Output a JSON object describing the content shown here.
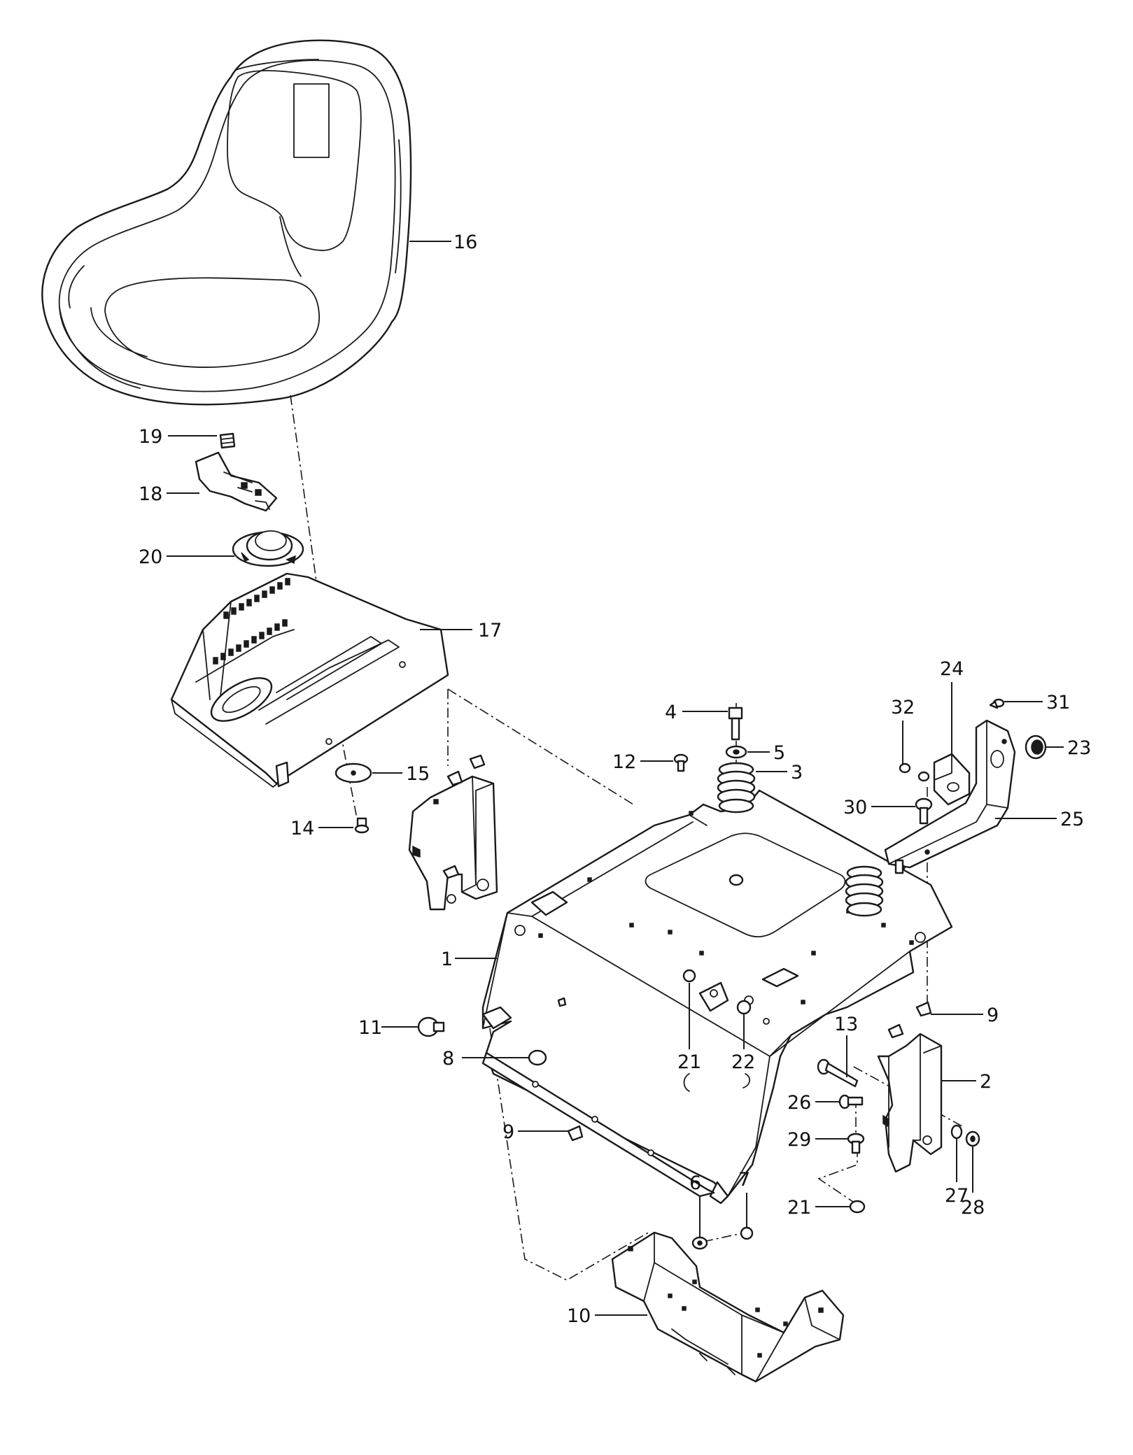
{
  "diagram": {
    "callouts": [
      {
        "id": "c16",
        "label": "16"
      },
      {
        "id": "c19",
        "label": "19"
      },
      {
        "id": "c18",
        "label": "18"
      },
      {
        "id": "c20",
        "label": "20"
      },
      {
        "id": "c17",
        "label": "17"
      },
      {
        "id": "c15",
        "label": "15"
      },
      {
        "id": "c14",
        "label": "14"
      },
      {
        "id": "c4",
        "label": "4"
      },
      {
        "id": "c5",
        "label": "5"
      },
      {
        "id": "c12",
        "label": "12"
      },
      {
        "id": "c3",
        "label": "3"
      },
      {
        "id": "c24",
        "label": "24"
      },
      {
        "id": "c32",
        "label": "32"
      },
      {
        "id": "c31",
        "label": "31"
      },
      {
        "id": "c23",
        "label": "23"
      },
      {
        "id": "c30",
        "label": "30"
      },
      {
        "id": "c25",
        "label": "25"
      },
      {
        "id": "c1",
        "label": "1"
      },
      {
        "id": "c11",
        "label": "11"
      },
      {
        "id": "c8",
        "label": "8"
      },
      {
        "id": "c21a",
        "label": "21"
      },
      {
        "id": "c22",
        "label": "22"
      },
      {
        "id": "c9a",
        "label": "9"
      },
      {
        "id": "c13",
        "label": "13"
      },
      {
        "id": "c2",
        "label": "2"
      },
      {
        "id": "c26",
        "label": "26"
      },
      {
        "id": "c9b",
        "label": "9"
      },
      {
        "id": "c29",
        "label": "29"
      },
      {
        "id": "c6",
        "label": "6"
      },
      {
        "id": "c7",
        "label": "7"
      },
      {
        "id": "c27",
        "label": "27"
      },
      {
        "id": "c28",
        "label": "28"
      },
      {
        "id": "c21b",
        "label": "21"
      },
      {
        "id": "c10",
        "label": "10"
      }
    ]
  }
}
